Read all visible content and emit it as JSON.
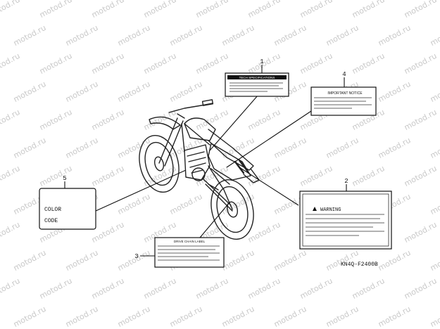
{
  "watermark": "motod.ru",
  "callouts": [
    {
      "number": "1",
      "label_title": "TECH SPECIFICATIONS"
    },
    {
      "number": "2",
      "label_title": "WARNING"
    },
    {
      "number": "3",
      "label_title": "DRIVE CHAIN LABEL"
    },
    {
      "number": "4",
      "label_title": "IMPORTANT NOTICE"
    },
    {
      "number": "5",
      "label_lines": [
        "COLOR",
        "CODE"
      ]
    }
  ],
  "drawing_code": "KN4Q-F2400B"
}
